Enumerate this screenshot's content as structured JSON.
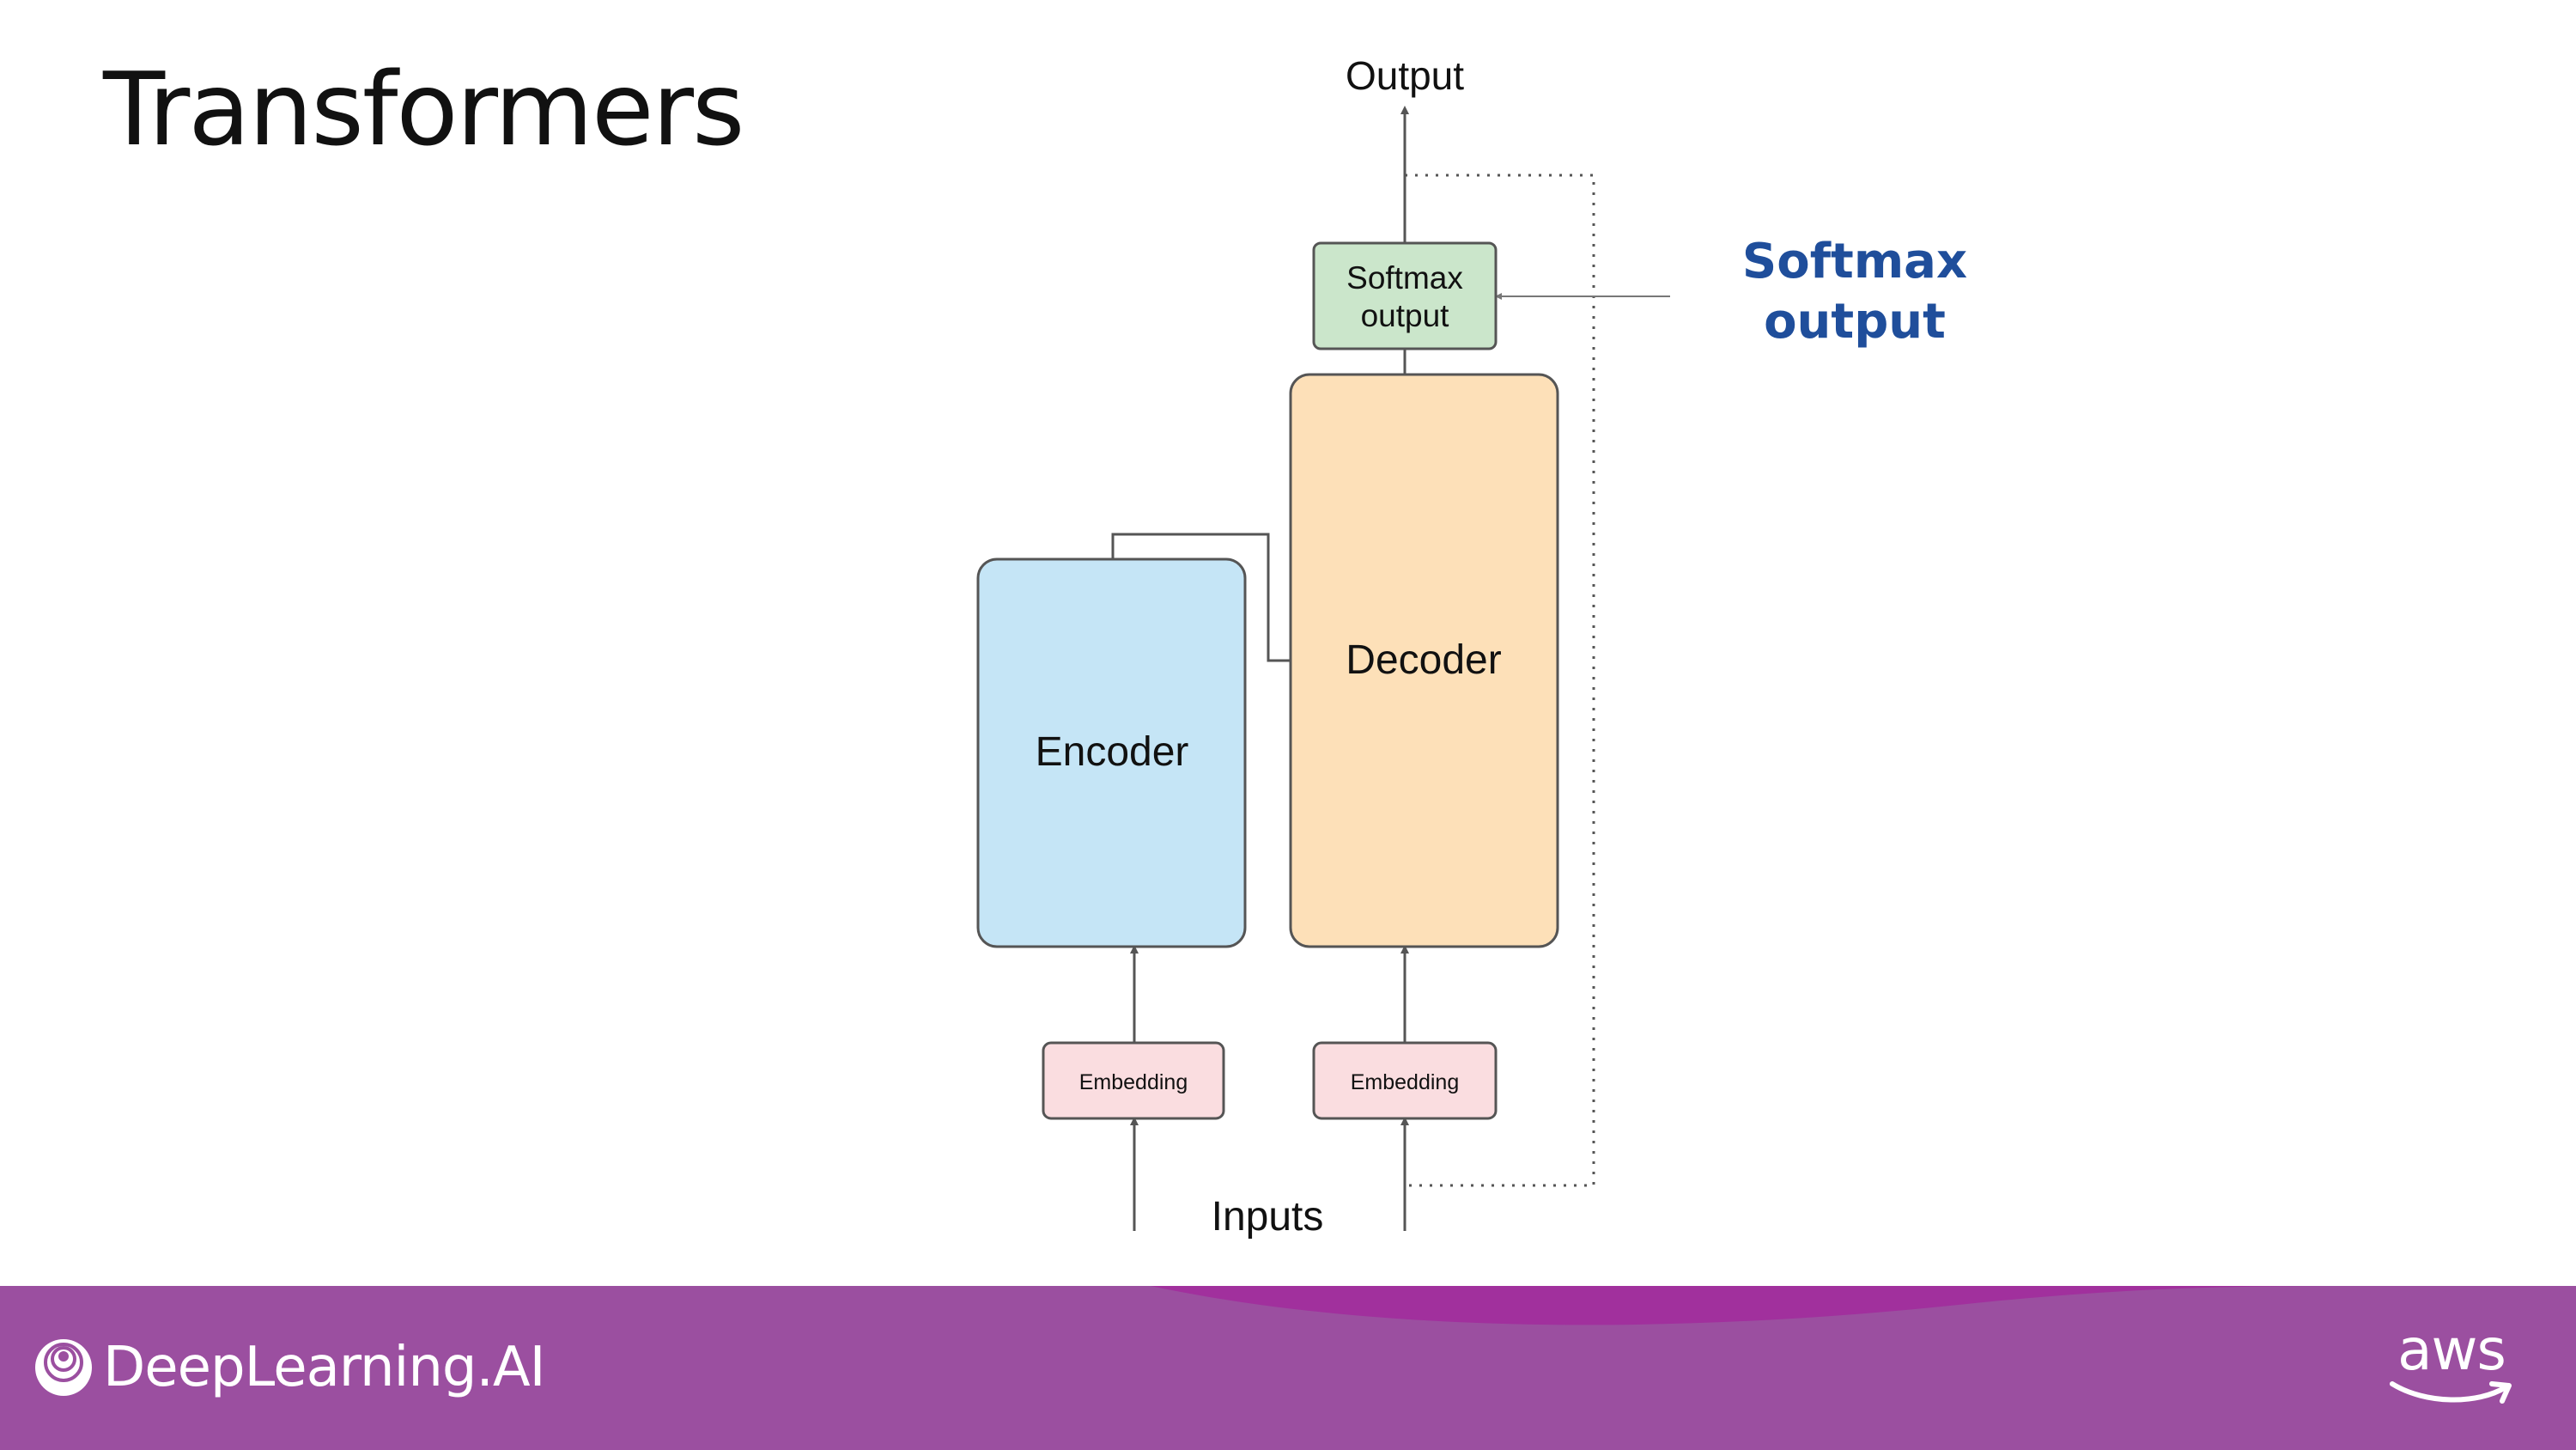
{
  "slide": {
    "title": "Transformers"
  },
  "diagram": {
    "output_label": "Output",
    "inputs_label": "Inputs",
    "softmax_line1": "Softmax",
    "softmax_line2": "output",
    "decoder_label": "Decoder",
    "encoder_label": "Encoder",
    "embedding_left": "Embedding",
    "embedding_right": "Embedding"
  },
  "callout": {
    "line1": "Softmax",
    "line2": "output"
  },
  "footer": {
    "brand": "DeepLearning.AI",
    "partner": "aws"
  },
  "colors": {
    "encoder_fill": "#c5e5f6",
    "decoder_fill": "#fde0b8",
    "softmax_fill": "#cbe6cb",
    "embedding_fill": "#fadde0",
    "callout_text": "#1f4e9b",
    "footer_bg": "#9b4fa0"
  },
  "icons": {
    "brand_logo": "deeplearning-ai-logo",
    "partner_logo": "aws-logo"
  }
}
